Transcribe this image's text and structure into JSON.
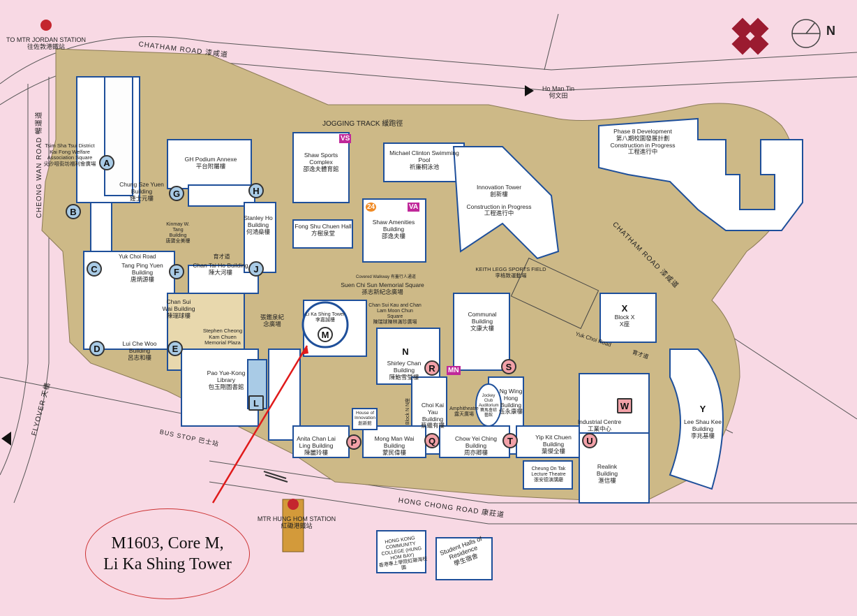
{
  "stations": {
    "jordan": "TO MTR JORDAN STATION",
    "jordan_zh": "往佐敦港鐵站",
    "hunghom": "MTR HUNG HOM STATION",
    "hunghom_zh": "紅磡港鐵站"
  },
  "roads": {
    "chatham": "CHATHAM ROAD",
    "chatham_zh": "漆咸道",
    "chatham2": "CHATHAM ROAD",
    "chatham2_zh": "漆咸道",
    "cheong_wan": "CHEONG WAN ROAD",
    "cheong_wan_zh": "暢運道",
    "flyover": "FLYOVER",
    "flyover_zh": "天橋",
    "hong_chong": "HONG CHONG ROAD",
    "hong_chong_zh": "康莊道",
    "bus_stop": "BUS STOP",
    "bus_stop_zh": "巴士站",
    "ho_man_tin": "Ho Man Tin",
    "ho_man_tin_zh": "何文田",
    "yuk_choi": "Yuk Choi Road",
    "yuk_choi_zh": "育才道",
    "yuk_choi2": "Yuk Choi Road",
    "yuk_choi2_zh": "育才道",
    "covered_walkway": "Covered Walkway",
    "covered_walkway_zh": "有蓋行人通道"
  },
  "compass": "N",
  "jogging": "JOGGING TRACK",
  "jogging_zh": "緩跑徑",
  "buildings": {
    "chung_sze_yuen": "Chung Sze Yuen Building",
    "chung_sze_yuen_zh": "鍾士元樓",
    "gh_annexe": "GH Podium Annexe",
    "gh_annexe_zh": "平台附屬樓",
    "shaw_sports": "Shaw Sports Complex",
    "shaw_sports_zh": "邵逸夫體育館",
    "pool": "Michael Clinton Swimming Pool",
    "pool_zh": "祈廉桐泳池",
    "innovation": "Innovation Tower",
    "innovation_zh": "創新樓",
    "innovation_cons": "Construction in Progress",
    "innovation_cons_zh": "工程進行中",
    "phase8": "Phase 8 Development",
    "phase8_zh": "第八期校園發展計劃",
    "phase8_cons": "Construction in Progress",
    "phase8_cons_zh": "工程進行中",
    "tsim_sha_tsui": "Tsim Sha Tsui District Kai Fong Welfare Association Square",
    "tsim_sha_tsui_zh": "尖沙咀街坊福利會廣場",
    "kinmay": "Kinmay W. Tang Building",
    "kinmay_zh": "唐寶全美樓",
    "stanley_ho": "Stanley Ho Building",
    "stanley_ho_zh": "何鴻燊樓",
    "fong_shu_chuen": "Fong Shu Chuen Hall",
    "fong_shu_chuen_zh": "方樹泉堂",
    "shaw_amenities": "Shaw Amenities Building",
    "shaw_amenities_zh": "邵逸夫樓",
    "keith_legg": "KEITH LEGG SPORTS FIELD",
    "keith_legg_zh": "李格致運動場",
    "tang_ping_yuen": "Tang Ping Yuen Building",
    "tang_ping_yuen_zh": "唐炳源樓",
    "chan_tai_ho": "Chan Tai Ho Building",
    "chan_tai_ho_zh": "陳大河樓",
    "suen_chi_sun": "Suen Chi Sun Memorial Square",
    "suen_chi_sun_zh": "孫志新紀念廣場",
    "chan_sui_wai": "Chan Sui Wai Building",
    "chan_sui_wai_zh": "陳瑞球樓",
    "stephen_cheong": "Stephen Cheong Kam Chuen Memorial Plaza",
    "cheong_plaza_zh": "張鑑泉紀念廣場",
    "li_ka_shing": "Li Ka Shing Tower",
    "li_ka_shing_zh": "李嘉誠樓",
    "chan_sui_kau": "Chan Sui Kau and Chan Lam Moon Chun Square",
    "chan_sui_kau_zh": "陳瑞球陳林滿珍廣場",
    "communal": "Communal Building",
    "communal_zh": "文康大樓",
    "block_x": "Block X",
    "block_x_zh": "X座",
    "lui_che_woo": "Lui Che Woo Building",
    "lui_che_woo_zh": "呂志和樓",
    "pao_yue_kong": "Pao Yue-Kong Library",
    "pao_yue_kong_zh": "包玉剛圖書館",
    "shirley_chan": "Shirley Chan Building",
    "shirley_chan_zh": "陳鮑雪瑩樓",
    "block_n": "Block N",
    "block_n_zh": "N座",
    "choi_kai_yau": "Choi Kai Yau Building",
    "choi_kai_yau_zh": "蔡繼有樓",
    "amphitheatre": "Amphitheatre",
    "amphitheatre_zh": "露天廣場",
    "jockey_club": "Jockey Club Auditorium",
    "jockey_club_zh": "賽馬會綜藝館",
    "ng_wing_hong": "Ng Wing Hong Building",
    "ng_wing_hong_zh": "伍永康樓",
    "industrial": "Industrial Centre",
    "industrial_zh": "工業中心",
    "lee_shau_kee": "Lee Shau Kee Building",
    "lee_shau_kee_zh": "李兆基樓",
    "house_innovation": "House of Innovation",
    "house_innovation_zh": "創新館",
    "anita_chan": "Anita Chan Lai Ling Building",
    "anita_chan_zh": "陳麗玲樓",
    "mong_man_wai": "Mong Man Wai Building",
    "mong_man_wai_zh": "蒙民偉樓",
    "chow_yei_ching": "Chow Yei Ching Building",
    "chow_yei_ching_zh": "周亦卿樓",
    "yip_kit_chuen": "Yip Kit Chuen Building",
    "yip_kit_chuen_zh": "葉傑全樓",
    "cheung_on_tak": "Cheung On Tak Lecture Theatre",
    "cheung_on_tak_zh": "張安德演講廳",
    "realink": "Realink Building",
    "realink_zh": "滙信樓",
    "hk_cc": "HONG KONG COMMUNITY COLLEGE (HUNG HOM BAY)",
    "hk_cc_zh": "香港專上學院紅磡灣校園",
    "halls": "Student Halls of Residence",
    "halls_zh": "學生宿舍"
  },
  "cores": [
    "A",
    "B",
    "C",
    "D",
    "E",
    "F",
    "G",
    "H",
    "J",
    "L",
    "M",
    "N",
    "P",
    "Q",
    "R",
    "S",
    "T",
    "U",
    "W",
    "X",
    "Y"
  ],
  "tags": {
    "vs": "VS",
    "va": "VA",
    "mn": "MN",
    "hours": "24"
  },
  "callout": {
    "line1": "M1603, Core M,",
    "line2": "Li Ka Shing Tower"
  },
  "colors": {
    "background": "#f8d9e4",
    "campus": "#cdb987",
    "building": "#ffffff",
    "building_shadow": "#1e4f9a",
    "core_blue": "#a9cbe6",
    "core_pink": "#f2a1a8",
    "arrow": "#e01a1a",
    "logo": "#9b1b30"
  }
}
